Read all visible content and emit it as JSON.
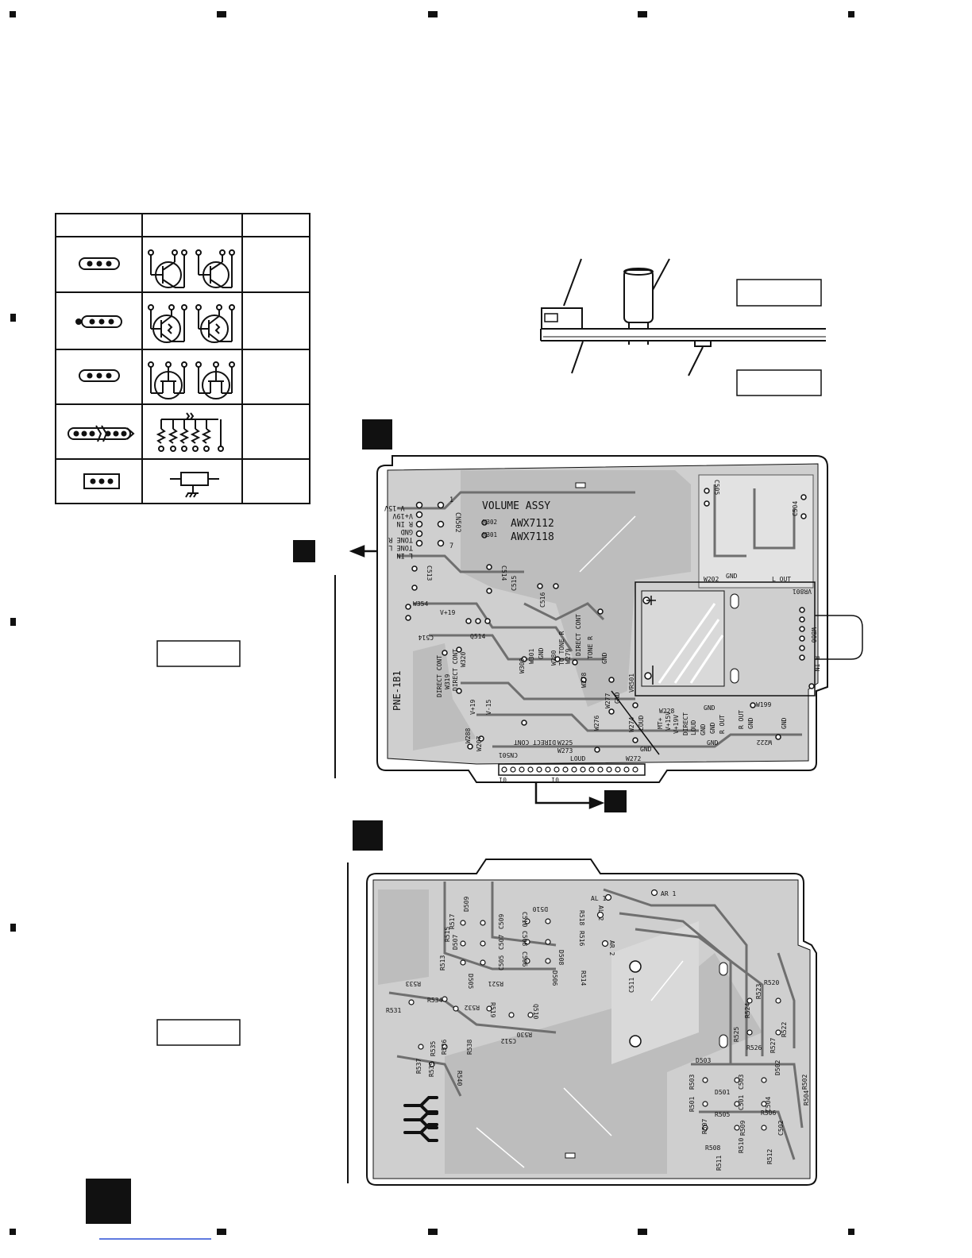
{
  "volume_board": {
    "connector_labels": [
      "V-15V",
      "V+19V",
      "R IN",
      "GND",
      "TONE R",
      "TONE L",
      "L IN"
    ],
    "connector_name": "CN502",
    "connector_pin_first": "1",
    "connector_pin_last": "7",
    "title": "VOLUME ASSY",
    "part_numbers": [
      "W302",
      "AWX7112",
      "W301",
      "AWX7118"
    ],
    "board_code": "PNE-1B1",
    "components": [
      "C513",
      "C514",
      "C515",
      "C516",
      "C514",
      "W354",
      "V+19",
      "Q514",
      "W319",
      "W320",
      "DIRECT CONT",
      "DIRECT CONT",
      "W300",
      "W301",
      "GND",
      "W280",
      "W279",
      "W278",
      "TO TONE R",
      "DIRECT CONT",
      "TONE R",
      "GND",
      "GND",
      "VR501",
      "W277",
      "W276",
      "W274",
      "LOUD",
      "W228",
      "MT+",
      "V+15V",
      "V+19V",
      "DIRECT",
      "LOUD",
      "GND",
      "GND",
      "GND",
      "R OUT",
      "R OUT",
      "GND",
      "GND",
      "W199",
      "W222",
      "W288",
      "W207",
      "V+19",
      "V-15",
      "W225",
      "DIRECT CONT",
      "W273",
      "LOUD",
      "W272",
      "CN501",
      "GND",
      "C505",
      "C504",
      "W202",
      "GND",
      "L OUT",
      "VR801",
      "W800",
      "R IN",
      "GND"
    ],
    "bottom_pin_labels": [
      "01",
      "01"
    ]
  },
  "power_board": {
    "components": [
      "D509",
      "R517",
      "D507",
      "R515",
      "R513",
      "C509",
      "C507",
      "C505",
      "D510",
      "R518",
      "R516",
      "C510",
      "C508",
      "C506",
      "D508",
      "D506",
      "R514",
      "R533",
      "R531",
      "R534",
      "D505",
      "R521",
      "R532",
      "R519",
      "C511",
      "Q510",
      "R530",
      "R535",
      "R536",
      "R538",
      "R537",
      "R539",
      "R540",
      "AL 1",
      "AR 1",
      "AL 2",
      "AR 2",
      "C512",
      "R520",
      "R523",
      "R524",
      "R525",
      "R522",
      "R526",
      "R527",
      "D503",
      "D502",
      "R502",
      "R503",
      "D501",
      "C503",
      "C501",
      "R504",
      "R501",
      "R505",
      "R506",
      "C504",
      "R507",
      "R508",
      "R509",
      "R510",
      "R512",
      "R511",
      "C502"
    ]
  }
}
